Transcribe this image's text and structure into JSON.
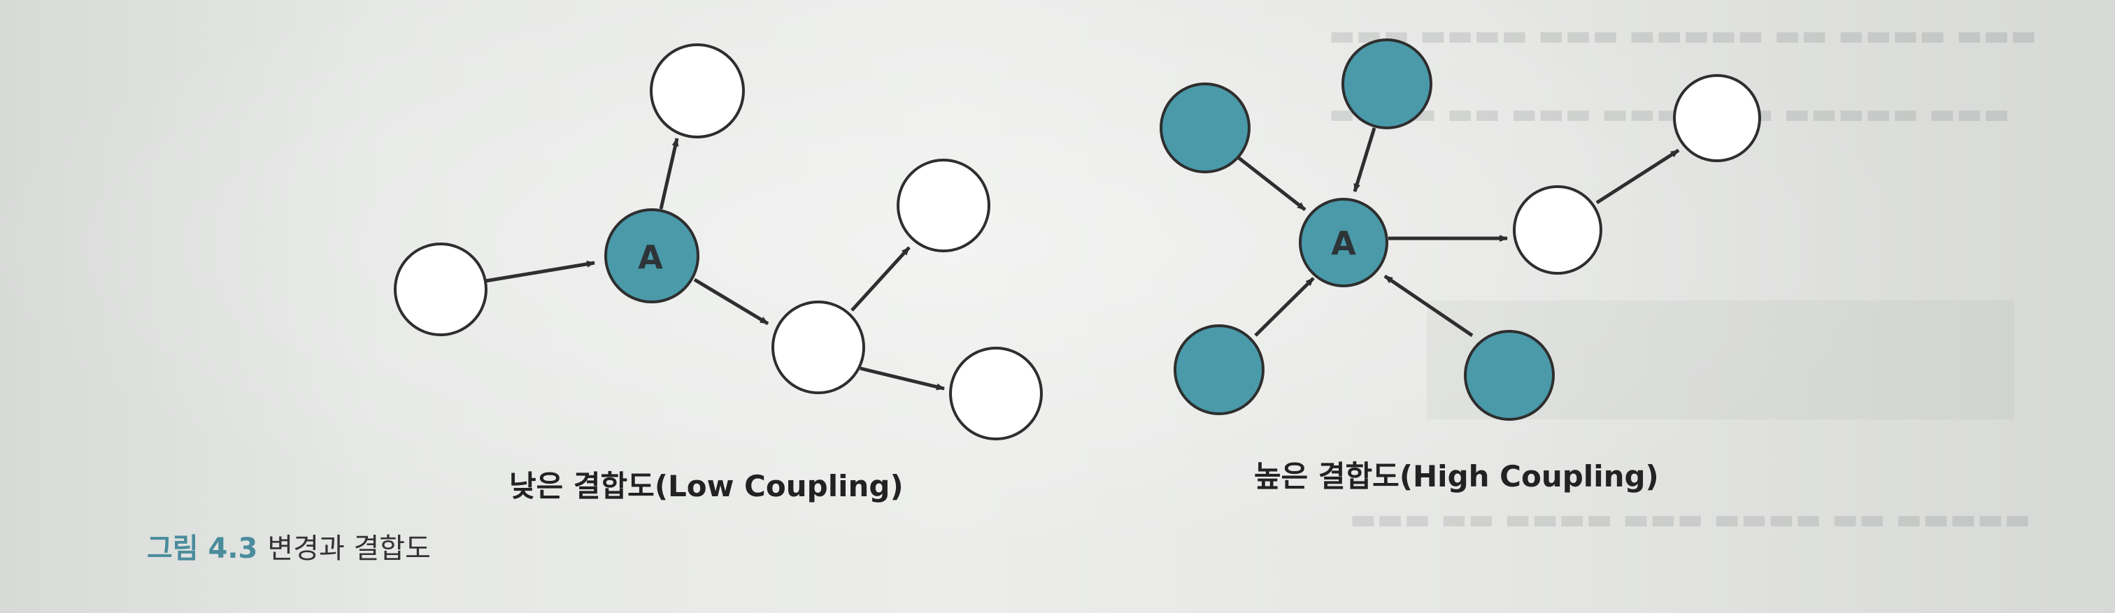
{
  "colors": {
    "filled_node": "#4a9aaa",
    "empty_node": "#ffffff",
    "stroke": "#2e2e2e",
    "figure_number": "#4a8c9c"
  },
  "low_coupling": {
    "caption": "낮은 결합도(Low Coupling)",
    "center_label": "A"
  },
  "high_coupling": {
    "caption": "높은 결합도(High Coupling)",
    "center_label": "A"
  },
  "figure": {
    "number": "그림 4.3",
    "title": "변경과 결합도"
  }
}
